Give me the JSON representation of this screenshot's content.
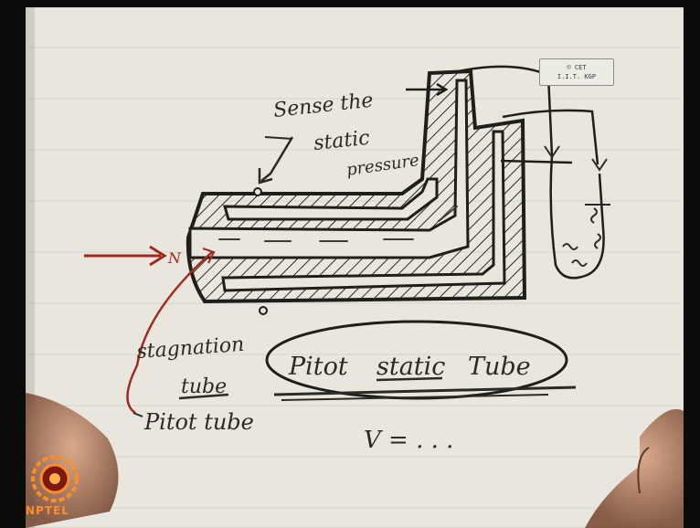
{
  "credit_box": {
    "line1": "© CET",
    "line2": "I.I.T. KGP"
  },
  "logo": {
    "text": "NPTEL"
  },
  "notes": {
    "label_sense": "Sense the",
    "label_static": "static",
    "label_pressure": "pressure",
    "label_n": "N",
    "label_stagnation": "stagnation",
    "label_tube": "tube",
    "label_pitot_tube": "Pitot tube",
    "title_pitot": "Pitot",
    "title_static": "static",
    "title_tube": "Tube",
    "equation": "V = . . ."
  },
  "colors": {
    "ink": "#2a2a26",
    "red_ink": "#a12a1f",
    "paper": "#e9e6dd",
    "logo_orange": "#ff8c2a"
  }
}
